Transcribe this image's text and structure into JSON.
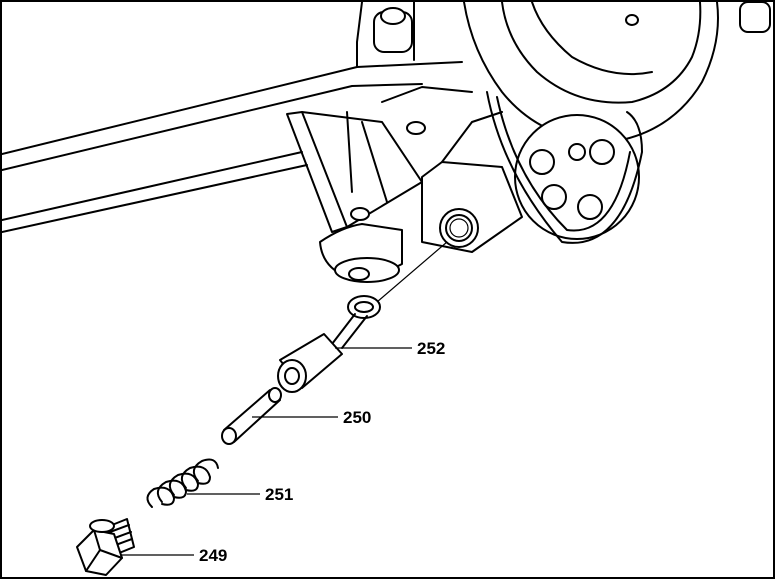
{
  "diagram": {
    "callouts": [
      {
        "id": "252",
        "label": "252",
        "part": "oil-pump-plunger"
      },
      {
        "id": "250",
        "label": "250",
        "part": "pin"
      },
      {
        "id": "251",
        "label": "251",
        "part": "compression-spring"
      },
      {
        "id": "249",
        "label": "249",
        "part": "screw-plug"
      }
    ]
  }
}
